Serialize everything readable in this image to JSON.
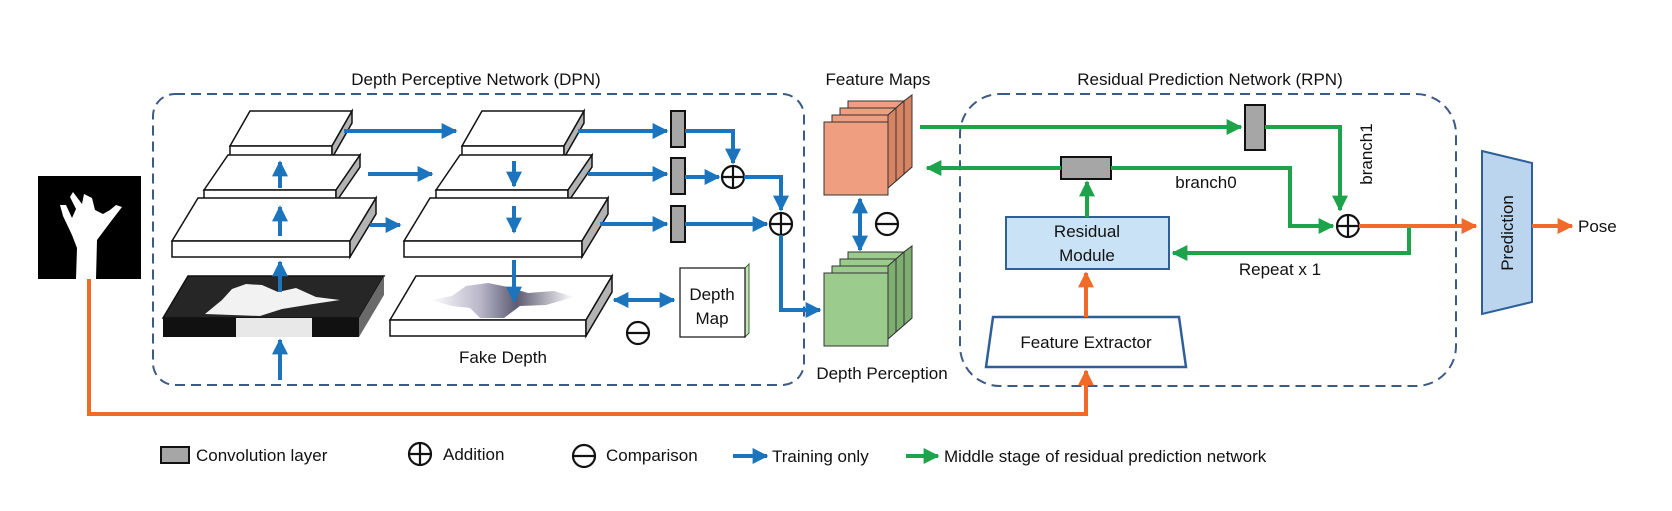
{
  "dpn": {
    "title": "Depth Perceptive Network (DPN)",
    "fake_depth": "Fake Depth"
  },
  "depth_map": {
    "line1": "Depth",
    "line2": "Map"
  },
  "feature_maps": {
    "label": "Feature Maps"
  },
  "depth_perception": {
    "label": "Depth Perception"
  },
  "rpn": {
    "title": "Residual Prediction Network (RPN)",
    "branch0": "branch0",
    "branch1": "branch1",
    "repeat": "Repeat x 1",
    "residual_line1": "Residual",
    "residual_line2": "Module",
    "feature_extractor": "Feature Extractor"
  },
  "prediction": {
    "label": "Prediction",
    "output": "Pose"
  },
  "legend": {
    "conv": "Convolution layer",
    "addition": "Addition",
    "comparison": "Comparison",
    "training": "Training only",
    "middle": "Middle stage of residual prediction network"
  },
  "colors": {
    "blue_arrow": "#1c75bc",
    "green_arrow": "#1ca34b",
    "orange_arrow": "#f06a2a",
    "dashed_border": "#3b5a85",
    "feature_maps": "#ef9f7f",
    "depth_perception": "#9ccb8e",
    "residual_module": "#c9e2f6",
    "prediction": "#bcd5ee",
    "conv_layer": "#a6a6a6"
  }
}
